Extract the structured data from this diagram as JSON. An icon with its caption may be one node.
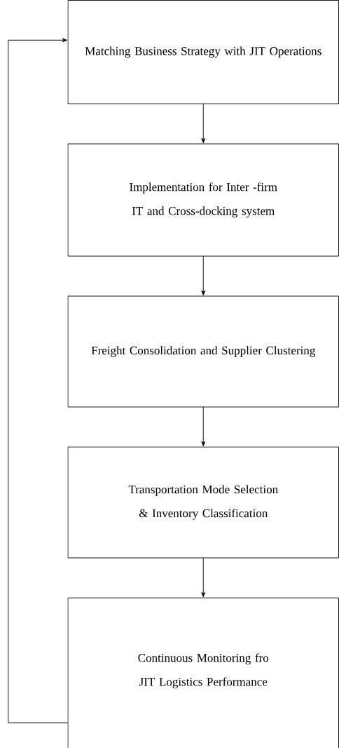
{
  "diagram": {
    "nodes": [
      {
        "text": [
          "Matching Business Strategy with JIT Operations"
        ]
      },
      {
        "text": [
          "Implementation for Inter -firm IT and Cross-docking system"
        ]
      },
      {
        "text": [
          "Freight Consolidation and Supplier Clustering"
        ]
      },
      {
        "text": [
          "Transportation Mode Selection & Inventory Classification"
        ]
      },
      {
        "text": [
          "Continuous Monitoring fro JIT Logistics Performance"
        ]
      }
    ],
    "edges": [
      {
        "from": 0,
        "to": 1,
        "arrow": "to"
      },
      {
        "from": 1,
        "to": 2,
        "arrow": "to"
      },
      {
        "from": 2,
        "to": 3,
        "arrow": "to"
      },
      {
        "from": 3,
        "to": 4,
        "arrow": "to"
      },
      {
        "from": 4,
        "to": 0,
        "arrow": "to"
      }
    ]
  }
}
